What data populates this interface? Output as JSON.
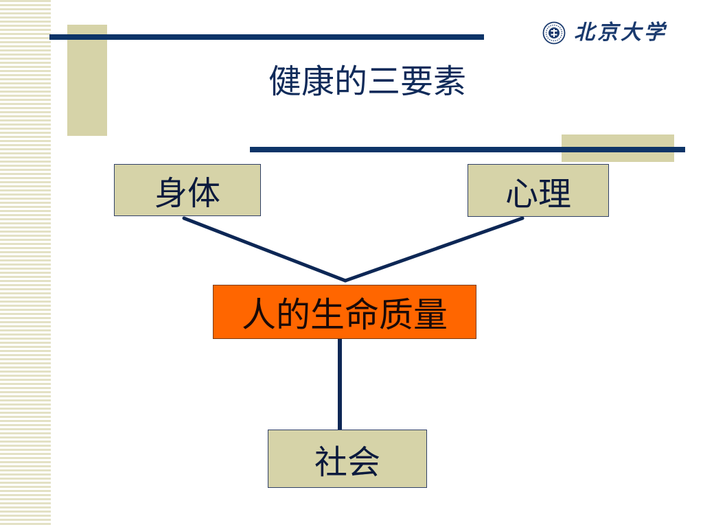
{
  "slide": {
    "title": "健康的三要素"
  },
  "logo": {
    "text": "北京大学",
    "icon": "university-seal-icon"
  },
  "diagram": {
    "nodes": {
      "body": {
        "label": "身体"
      },
      "mind": {
        "label": "心理"
      },
      "quality": {
        "label": "人的生命质量"
      },
      "society": {
        "label": "社会"
      }
    },
    "edges": [
      {
        "from": "身体",
        "to": "人的生命质量"
      },
      {
        "from": "心理",
        "to": "人的生命质量"
      },
      {
        "from": "人的生命质量",
        "to": "社会"
      }
    ]
  },
  "colors": {
    "accent_navy": "#0d3468",
    "box_tan": "#d6d3a8",
    "highlight_orange": "#ff6600",
    "stripe": "#e3e1c4"
  }
}
